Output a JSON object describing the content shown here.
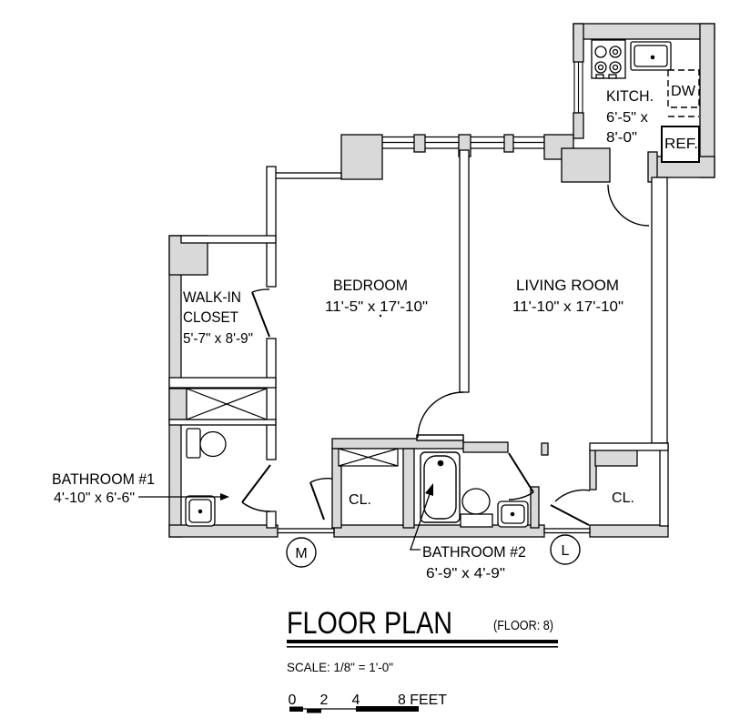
{
  "canvas": {
    "background": "#ffffff",
    "line_color": "#000000",
    "wall_fill": "#d9d9d9"
  },
  "rooms": {
    "kitchen": {
      "label": "KITCH.",
      "dim_line1": "6'-5\" x",
      "dim_line2": "8'-0\""
    },
    "bedroom": {
      "label": "BEDROOM",
      "dims": "11'-5\" x 17'-10\""
    },
    "living_room": {
      "label": "LIVING ROOM",
      "dims": "11'-10\" x 17'-10\""
    },
    "walk_in_closet": {
      "label_line1": "WALK-IN",
      "label_line2": "CLOSET",
      "dims": "5'-7\" x 8'-9\""
    },
    "bathroom_1": {
      "label": "BATHROOM #1",
      "dims": "4'-10\" x 6'-6\""
    },
    "bathroom_2": {
      "label": "BATHROOM #2",
      "dims": "6'-9\" x 4'-9\""
    },
    "hall_closet": {
      "label": "CL."
    },
    "entry_closet": {
      "label": "CL."
    }
  },
  "appliances": {
    "dishwasher": "DW",
    "refrigerator": "REF."
  },
  "markers": {
    "m": "M",
    "l": "L"
  },
  "title_block": {
    "title": "FLOOR PLAN",
    "floor_note": "(FLOOR: 8)",
    "scale_note": "SCALE: 1/8\" = 1'-0\"",
    "scale_bar": {
      "t0": "0",
      "t2": "2",
      "t4": "4",
      "t8": "8 FEET"
    }
  }
}
